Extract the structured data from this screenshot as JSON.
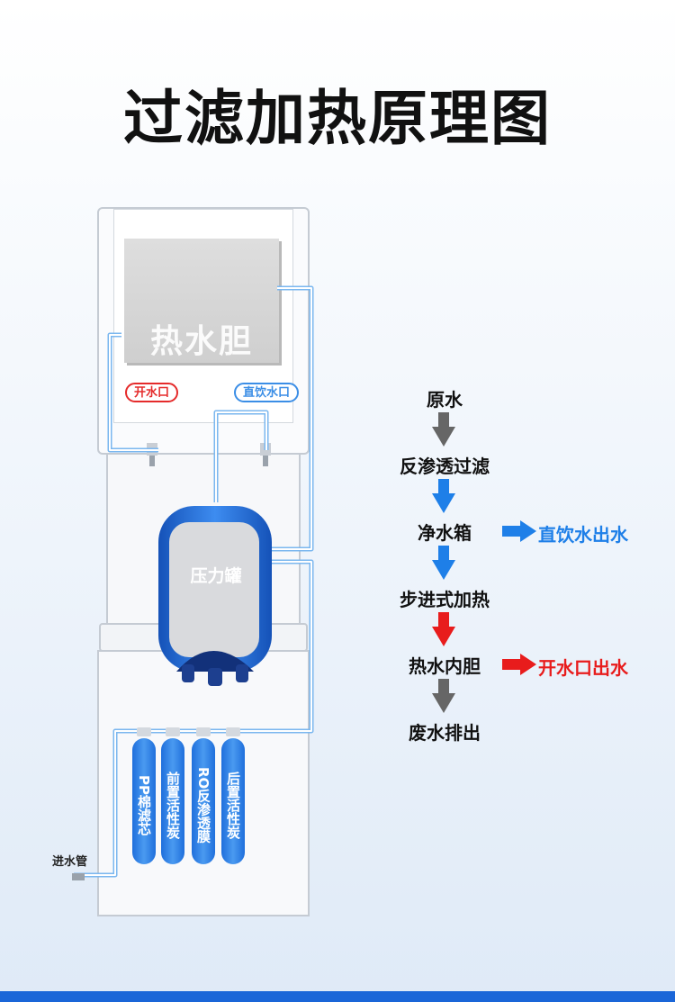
{
  "title": "过滤加热原理图",
  "machine": {
    "tank_label": "热水胆",
    "hot_tap_label": "开水口",
    "direct_tap_label": "直饮水口",
    "pressure_tank_label": "压力罐",
    "inlet_label": "进水管",
    "filters": [
      "PP棉滤芯",
      "前置活性炭",
      "RO反渗透膜",
      "后置活性炭"
    ]
  },
  "flow": {
    "steps": [
      "原水",
      "反渗透过滤",
      "净水箱",
      "步进式加热",
      "热水内胆",
      "废水排出"
    ],
    "side_outputs": [
      {
        "label": "直饮水出水",
        "color": "#1e7fe8"
      },
      {
        "label": "开水口出水",
        "color": "#e81c1c"
      }
    ]
  },
  "colors": {
    "accent_blue": "#1e7fe8",
    "accent_red": "#e81c1c",
    "arrow_gray": "#666666",
    "pipe_blue": "#7bb7ef"
  }
}
